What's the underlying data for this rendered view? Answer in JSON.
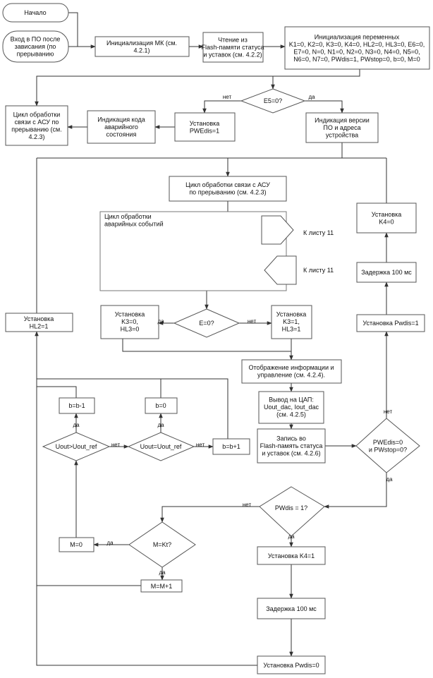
{
  "nodes": {
    "start": [
      "Начало"
    ],
    "entry": [
      "Вход в ПО после",
      "зависания (по",
      "прерыванию"
    ],
    "mk_init": [
      "Инициализация МК (см.",
      "4.2.1)"
    ],
    "flash_read": [
      "Чтение из",
      "Flash-памяти статуса",
      "и уставок (см. 4.2.2)"
    ],
    "var_init": [
      "Инициализация переменных",
      "K1=0, K2=0, K3=0, K4=0, HL2=0, HL3=0, E6=0,",
      "E7=0, N=0, N1=0, N2=0, N3=0, N4=0, N5=0,",
      "N6=0, N7=0, PWdis=1,  PWstop=0, b=0, M=0"
    ],
    "e5_dec": [
      "E5=0?"
    ],
    "pwdis_set1": [
      "Установка",
      "PWEdis=1"
    ],
    "err_ind": [
      "Индикация кода",
      "аварийного",
      "состояния"
    ],
    "asu_cycle_left": [
      "Цикл обработки",
      "связи с АСУ по",
      "прерыванию (см.",
      "4.2.3)"
    ],
    "ver_ind": [
      "Индикация версии",
      "ПО и адреса",
      "устройства"
    ],
    "asu_cycle": [
      "Цикл обработки связи с АСУ",
      "по прерыванию (см. 4.2.3)"
    ],
    "alarm_group": [
      "Цикл обработки",
      "аварийных событий"
    ],
    "to_sheet": [
      "К листу 11"
    ],
    "from_sheet": [
      "К листу 11"
    ],
    "k4_set0": [
      "Установка",
      "K4=0"
    ],
    "delay_right": [
      "Задержка 100 мс"
    ],
    "pwdis_set1_right": [
      "Установка Pwdis=1"
    ],
    "hl2_set": [
      "Установка",
      "HL2=1"
    ],
    "k3_0": [
      "Установка",
      "K3=0,",
      "HL3=0"
    ],
    "e_dec": [
      "E=0?"
    ],
    "k3_1": [
      "Установка",
      "K3=1,",
      "HL3=1"
    ],
    "display": [
      "Отображение информации и",
      "управление (см. 4.2.4)."
    ],
    "dac": [
      "Вывод на ЦАП:",
      "Uout_dac, Iout_dac",
      "(см. 4.2.5)"
    ],
    "flash_write": [
      "Запись во",
      "Flash-память статуса",
      "и уставок (см. 4.2.6)"
    ],
    "pwe_dec": [
      "PWEdis=0",
      "и PWstop=0?"
    ],
    "bdec": [
      "b=b-1"
    ],
    "bzero": [
      "b=0"
    ],
    "uout_gt": [
      "Uout>Uout_ref"
    ],
    "uout_eq": [
      "Uout=Uout_ref"
    ],
    "binc": [
      "b=b+1"
    ],
    "pwdis_dec": [
      "PWdis = 1?"
    ],
    "m0": [
      "M=0"
    ],
    "mkt_dec": [
      "M=Kt?"
    ],
    "k4_set1": [
      "Установка K4=1"
    ],
    "minc": [
      "M=M+1"
    ],
    "delay_bottom": [
      "Задержка 100 мс"
    ],
    "pwdis_set0": [
      "Установка Pwdis=0"
    ]
  },
  "edge_labels": {
    "e5_no": "нет",
    "e5_yes": "да",
    "e_yes": "да",
    "e_no": "нет",
    "pwe_no": "нет",
    "pwe_yes": "да",
    "gt_yes": "да",
    "gt_no": "нет",
    "eq_yes": "да",
    "eq_no": "нет",
    "pwdis_no": "нет",
    "pwdis_yes": "да",
    "mkt_yes": "да",
    "mkt_no": "да"
  }
}
